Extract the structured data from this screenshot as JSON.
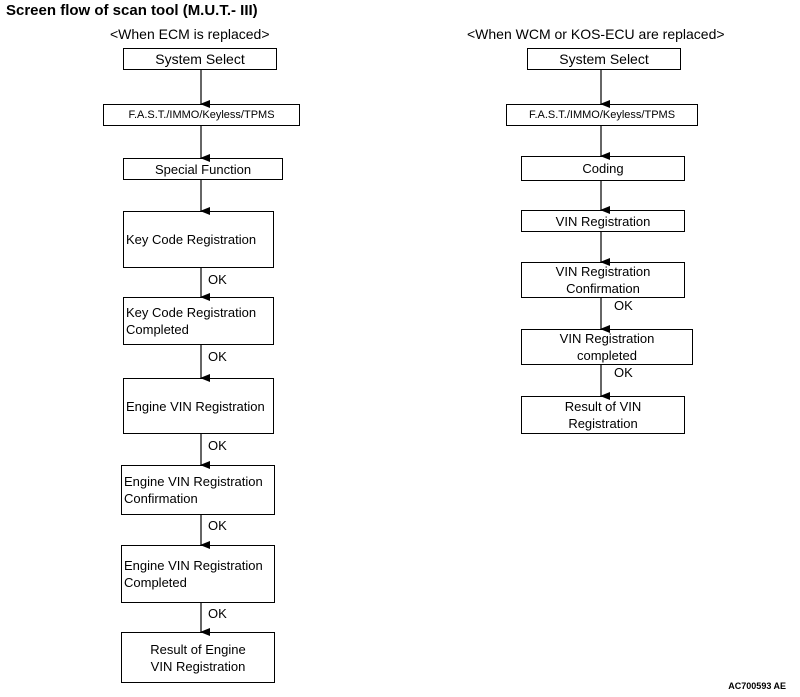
{
  "title": "Screen flow of scan tool (M.U.T.- III)",
  "left_flow": {
    "heading": "<When ECM is replaced>",
    "boxes": [
      "System Select",
      "F.A.S.T./IMMO/Keyless/TPMS",
      "Special Function",
      "Key Code Registration",
      "Key Code Registration\nCompleted",
      "Engine VIN Registration",
      "Engine VIN Registration\nConfirmation",
      "Engine VIN Registration\nCompleted",
      "Result of Engine\nVIN Registration"
    ],
    "ok_labels": [
      "OK",
      "OK",
      "OK",
      "OK",
      "OK"
    ]
  },
  "right_flow": {
    "heading": "<When WCM or KOS-ECU are replaced>",
    "boxes": [
      "System Select",
      "F.A.S.T./IMMO/Keyless/TPMS",
      "Coding",
      "VIN Registration",
      "VIN Registration\nConfirmation",
      "VIN Registration\ncompleted",
      "Result of VIN\nRegistration"
    ],
    "ok_labels": [
      "OK",
      "OK"
    ]
  },
  "figure_code": "AC700593 AE"
}
